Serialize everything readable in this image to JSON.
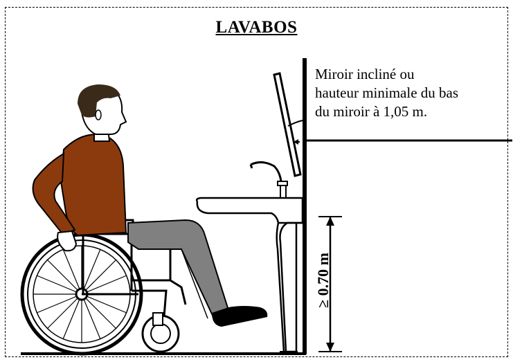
{
  "title": "LAVABOS",
  "mirror_note": {
    "lines": [
      "Miroir incliné ou",
      "hauteur minimale du bas",
      "du miroir à 1,05 m."
    ]
  },
  "height_dimension": "≥ 0.70 m",
  "colors": {
    "sweater": "#8B3A0E",
    "pants": "#808080",
    "hair": "#3a2a1a",
    "skin": "#ffffff",
    "line": "#000000"
  }
}
